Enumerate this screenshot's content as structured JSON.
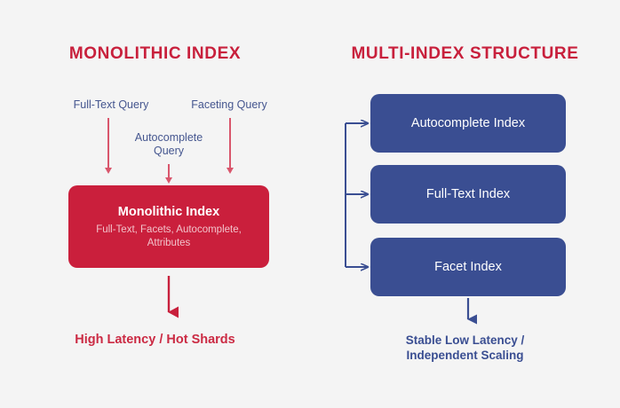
{
  "background_color": "#f4f4f4",
  "palette": {
    "red": "#ca1f3c",
    "red_text": "#cb2a43",
    "red_arrow": "#d9566c",
    "blue": "#3a4e92",
    "blue_text": "#45568f",
    "white": "#ffffff",
    "red_box_subtext": "#f2c3cb"
  },
  "left_panel": {
    "title": "MONOLITHIC INDEX",
    "queries": [
      {
        "label": "Full-Text Query"
      },
      {
        "label": "Faceting Query"
      },
      {
        "label_line1": "Autocomplete",
        "label_line2": "Query"
      }
    ],
    "box": {
      "title": "Monolithic Index",
      "subtitle_line1": "Full-Text, Facets, Autocomplete,",
      "subtitle_line2": "Attributes"
    },
    "outcome": "High Latency / Hot Shards"
  },
  "right_panel": {
    "title": "MULTI-INDEX STRUCTURE",
    "boxes": [
      {
        "title": "Autocomplete Index"
      },
      {
        "title": "Full-Text Index"
      },
      {
        "title": "Facet Index"
      }
    ],
    "outcome_line1": "Stable Low Latency /",
    "outcome_line2": "Independent Scaling"
  }
}
